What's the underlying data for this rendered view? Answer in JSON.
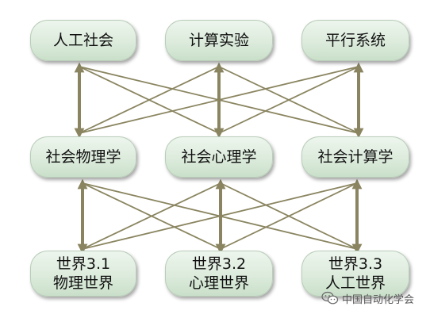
{
  "top_row": [
    "人工社会",
    "计算实验",
    "平行系统"
  ],
  "middle_row": [
    "社会物理学",
    "社会心理学",
    "社会计算学"
  ],
  "bottom_row": [
    {
      "line1": "世界3.1",
      "line2": "物理世界"
    },
    {
      "line1": "世界3.2",
      "line2": "心理世界"
    },
    {
      "line1": "世界3.3",
      "line2": "人工世界"
    }
  ],
  "watermark": {
    "text": "中国自动化学会",
    "icon": "wechat-icon"
  },
  "colors": {
    "connector": "#8a8560",
    "node_fill": "#dcebdc",
    "text": "#111111"
  }
}
